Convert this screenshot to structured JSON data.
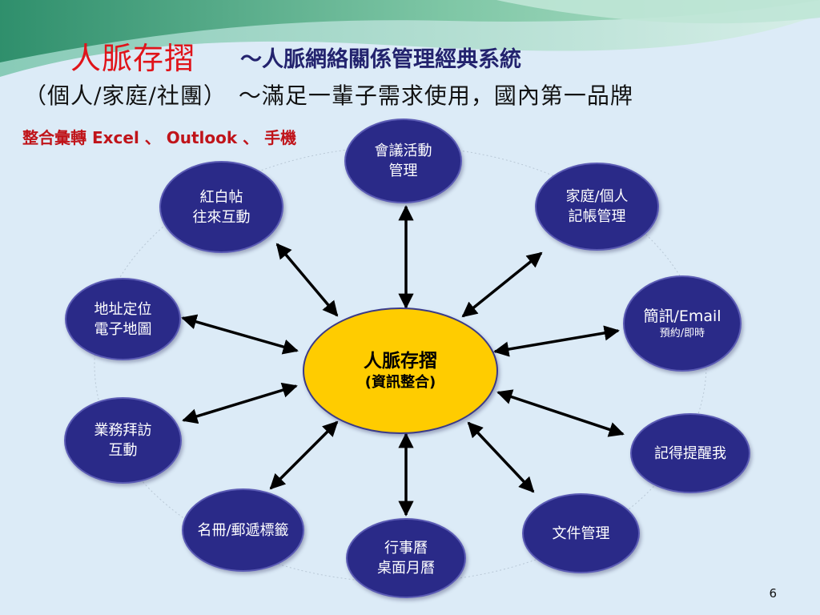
{
  "title": {
    "main": "人脈存摺",
    "sub": "～人脈網絡關係管理經典系統",
    "line2": "（個人/家庭/社團）　～滿足一輩子需求使用，國內第一品牌"
  },
  "integrate": "整合彙轉 Excel 、 Outlook 、 手機",
  "hub": {
    "line1": "人脈存摺",
    "line2": "(資訊整合)"
  },
  "nodes": {
    "meeting": {
      "line1": "會議活動",
      "line2": "管理"
    },
    "family": {
      "line1": "家庭/個人",
      "line2": "記帳管理"
    },
    "sms": {
      "line1": "簡訊/Email",
      "line2": "預約/即時"
    },
    "reminder": {
      "line1": "記得提醒我"
    },
    "docs": {
      "line1": "文件管理"
    },
    "calendar": {
      "line1": "行事曆",
      "line2": "桌面月曆"
    },
    "labels": {
      "line1": "名冊/郵遞標籤"
    },
    "visit": {
      "line1": "業務拜訪",
      "line2": "互動"
    },
    "map": {
      "line1": "地址定位",
      "line2": "電子地圖"
    },
    "redwhite": {
      "line1": "紅白帖",
      "line2": "往來互動"
    }
  },
  "colors": {
    "node_fill": "#2a2a88",
    "hub_fill": "#ffcc00",
    "title_red": "#e0141a",
    "title_navy": "#23236e"
  },
  "page_number": "6"
}
